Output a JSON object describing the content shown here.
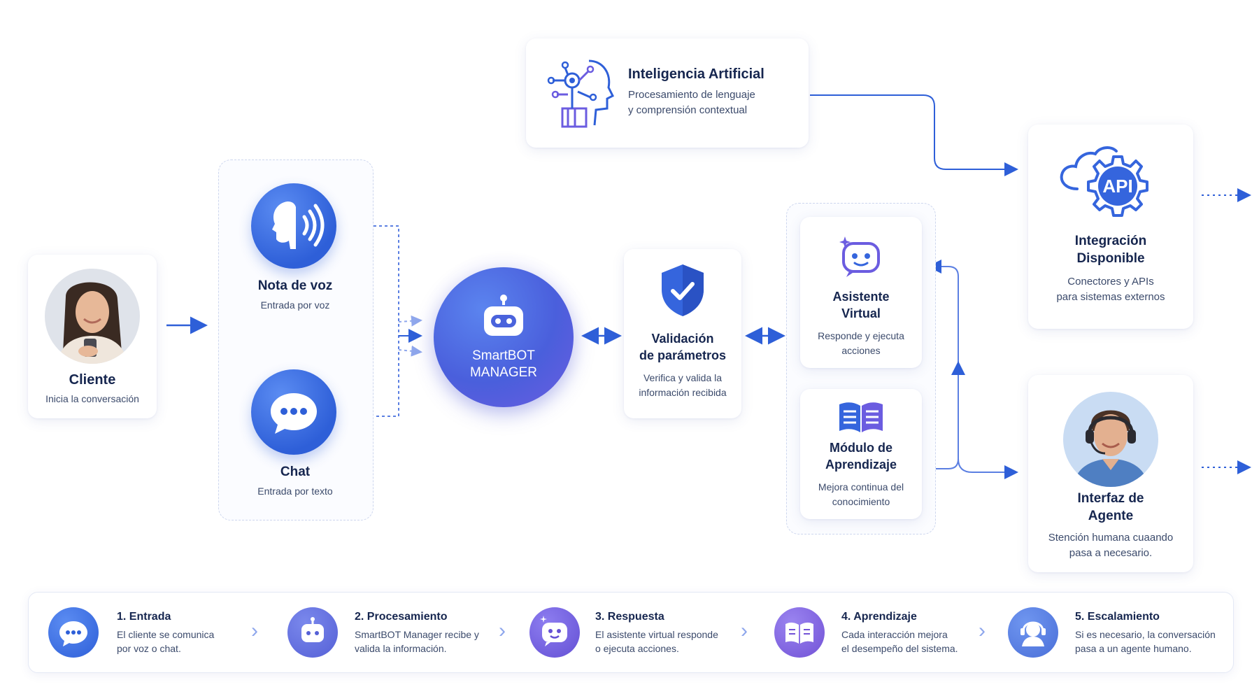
{
  "ai": {
    "title": "Inteligencia Artificial",
    "desc1": "Procesamiento de lenguaje",
    "desc2": "y comprensión contextual"
  },
  "cliente": {
    "title": "Cliente",
    "desc": "Inicia la conversación"
  },
  "voice": {
    "title": "Nota de voz",
    "desc": "Entrada por voz"
  },
  "chat": {
    "title": "Chat",
    "desc": "Entrada por texto"
  },
  "manager": {
    "line1": "SmartBOT",
    "line2": "MANAGER"
  },
  "validation": {
    "title1": "Validación",
    "title2": "de parámetros",
    "desc1": "Verifica y valida la",
    "desc2": "información recibida"
  },
  "assistant": {
    "title1": "Asistente",
    "title2": "Virtual",
    "desc1": "Responde y ejecuta",
    "desc2": "acciones"
  },
  "learning": {
    "title1": "Módulo de",
    "title2": "Aprendizaje",
    "desc1": "Mejora continua del",
    "desc2": "conocimiento"
  },
  "integration": {
    "api_label": "API",
    "title1": "Integración",
    "title2": "Disponible",
    "desc1": "Conectores y APIs",
    "desc2": "para sistemas externos"
  },
  "agent": {
    "title1": "Interfaz de",
    "title2": "Agente",
    "desc1": "Stención humana cuaando",
    "desc2": "pasa a necesario."
  },
  "steps": [
    {
      "title": "1. Entrada",
      "desc1": "El cliente se comunica",
      "desc2": "por voz o chat.",
      "color": "#3b6fe0"
    },
    {
      "title": "2. Procesamiento",
      "desc1": "SmartBOT Manager recibe y",
      "desc2": "valida la información.",
      "color": "#5a66d8"
    },
    {
      "title": "3. Respuesta",
      "desc1": "El asistente virtual responde",
      "desc2": "o ejecuta acciones.",
      "color": "#6c5ad6"
    },
    {
      "title": "4. Aprendizaje",
      "desc1": "Cada interacción mejora",
      "desc2": "el desempeño del sistema.",
      "color": "#7a5ad8"
    },
    {
      "title": "5. Escalamiento",
      "desc1": "Si es necesario, la conversación",
      "desc2": "pasa a un agente humano.",
      "color": "#4a6fe0"
    }
  ],
  "colors": {
    "primary": "#2e5fd8",
    "accent": "#6b5ce0",
    "text": "#16264f"
  }
}
